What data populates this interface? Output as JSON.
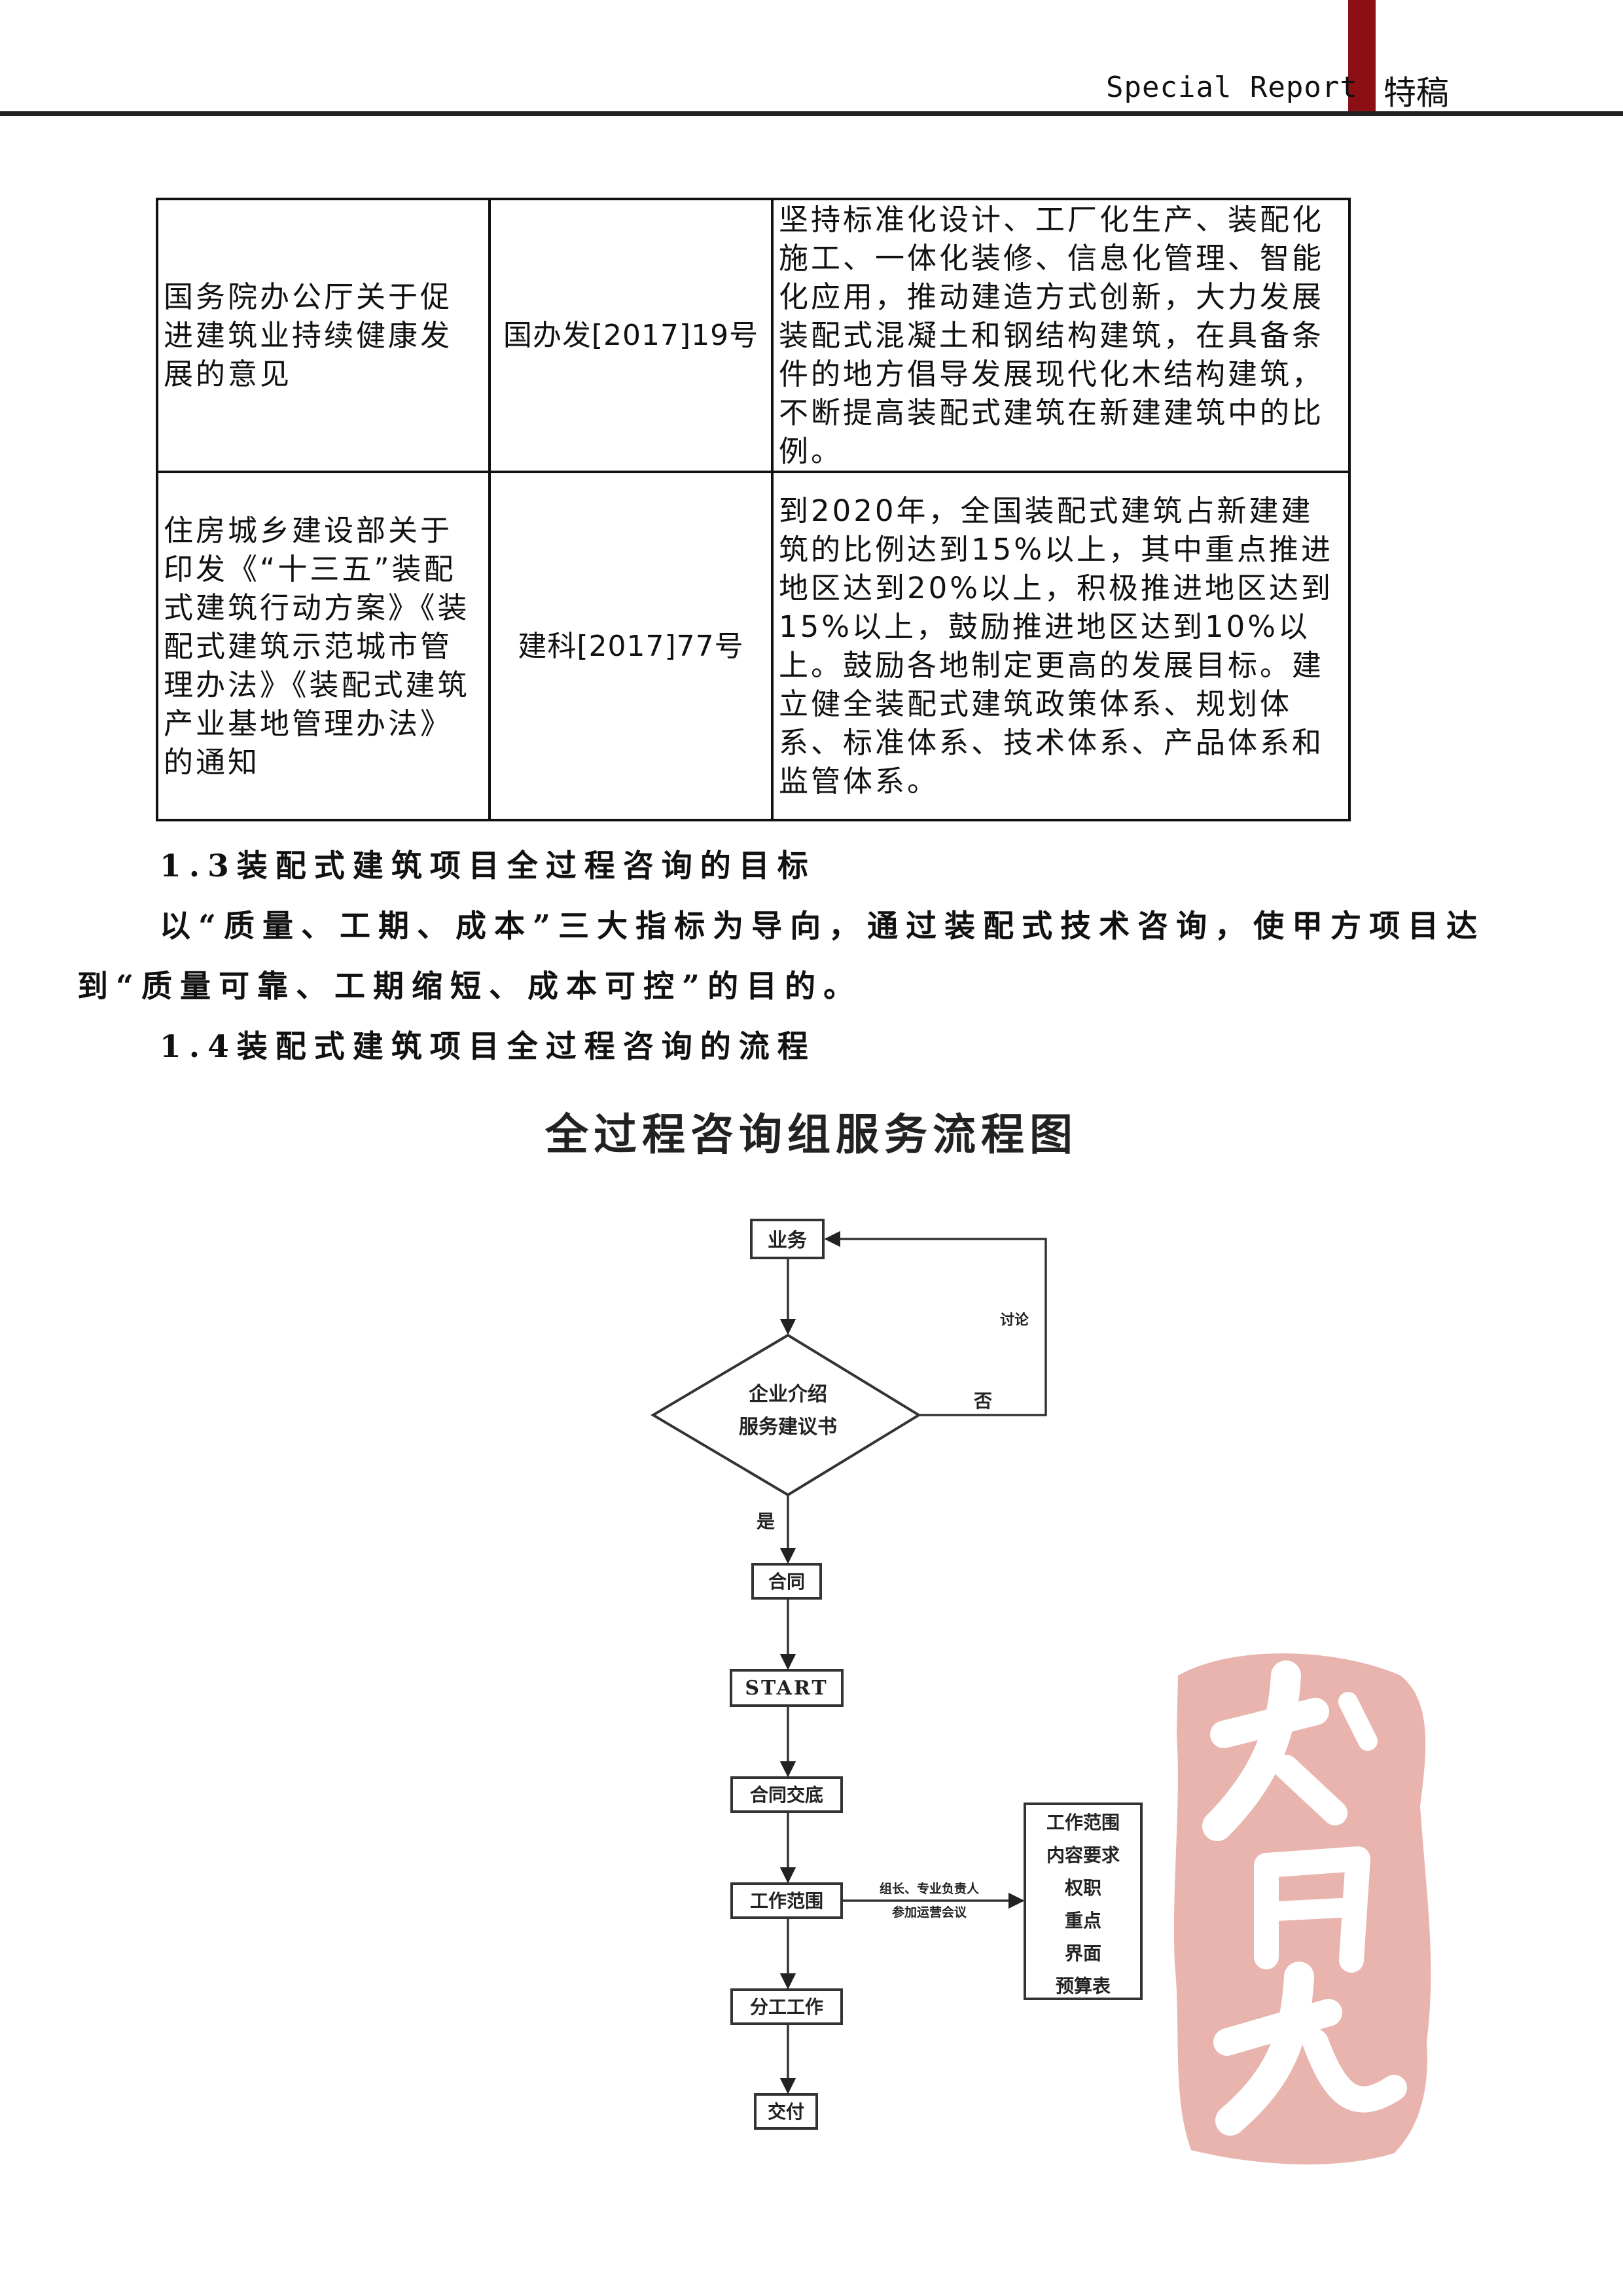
{
  "header": {
    "section_en": "Special Report",
    "section_cn": "特稿"
  },
  "table": {
    "rows": [
      {
        "title": "国务院办公厅关于促进建筑业持续健康发展的意见",
        "doc_no": "国办发[2017]19号",
        "content": "坚持标准化设计、工厂化生产、装配化施工、一体化装修、信息化管理、智能化应用，推动建造方式创新，大力发展装配式混凝土和钢结构建筑，在具备条件的地方倡导发展现代化木结构建筑，不断提高装配式建筑在新建建筑中的比例。"
      },
      {
        "title": "住房城乡建设部关于印发《“十三五”装配式建筑行动方案》《装配式建筑示范城市管理办法》《装配式建筑产业基地管理办法》的通知",
        "doc_no": "建科[2017]77号",
        "content": "到2020年，全国装配式建筑占新建建筑的比例达到15%以上，其中重点推进地区达到20%以上，积极推进地区达到15%以上，鼓励推进地区达到10%以上。鼓励各地制定更高的发展目标。建立健全装配式建筑政策体系、规划体系、标准体系、技术体系、产品体系和监管体系。"
      }
    ]
  },
  "section_13": {
    "heading": "1.3装配式建筑项目全过程咨询的目标",
    "paragraph_line1": "以“质量、工期、成本”三大指标为导向，通过装配式技术咨询，使甲方项目达",
    "paragraph_line2": "到“质量可靠、工期缩短、成本可控”的目的。"
  },
  "section_14": {
    "heading": "1.4装配式建筑项目全过程咨询的流程"
  },
  "flowchart": {
    "title": "全过程咨询组服务流程图",
    "node_business": "业务",
    "decision_line1": "企业介绍",
    "decision_line2": "服务建议书",
    "label_discuss": "讨论",
    "label_no": "否",
    "label_yes": "是",
    "node_contract": "合同",
    "node_start": "START",
    "node_handover": "合同交底",
    "node_scope": "工作范围",
    "arrow_note_line1": "组长、专业负责人",
    "arrow_note_line2": "参加运营会议",
    "scope_items": [
      "工作范围",
      "内容要求",
      "权职",
      "重点",
      "界面",
      "预算表"
    ],
    "node_division": "分工工作",
    "node_delivery": "交付"
  },
  "colors": {
    "accent": "#8b0f15",
    "seal": "#e8b4ad"
  }
}
